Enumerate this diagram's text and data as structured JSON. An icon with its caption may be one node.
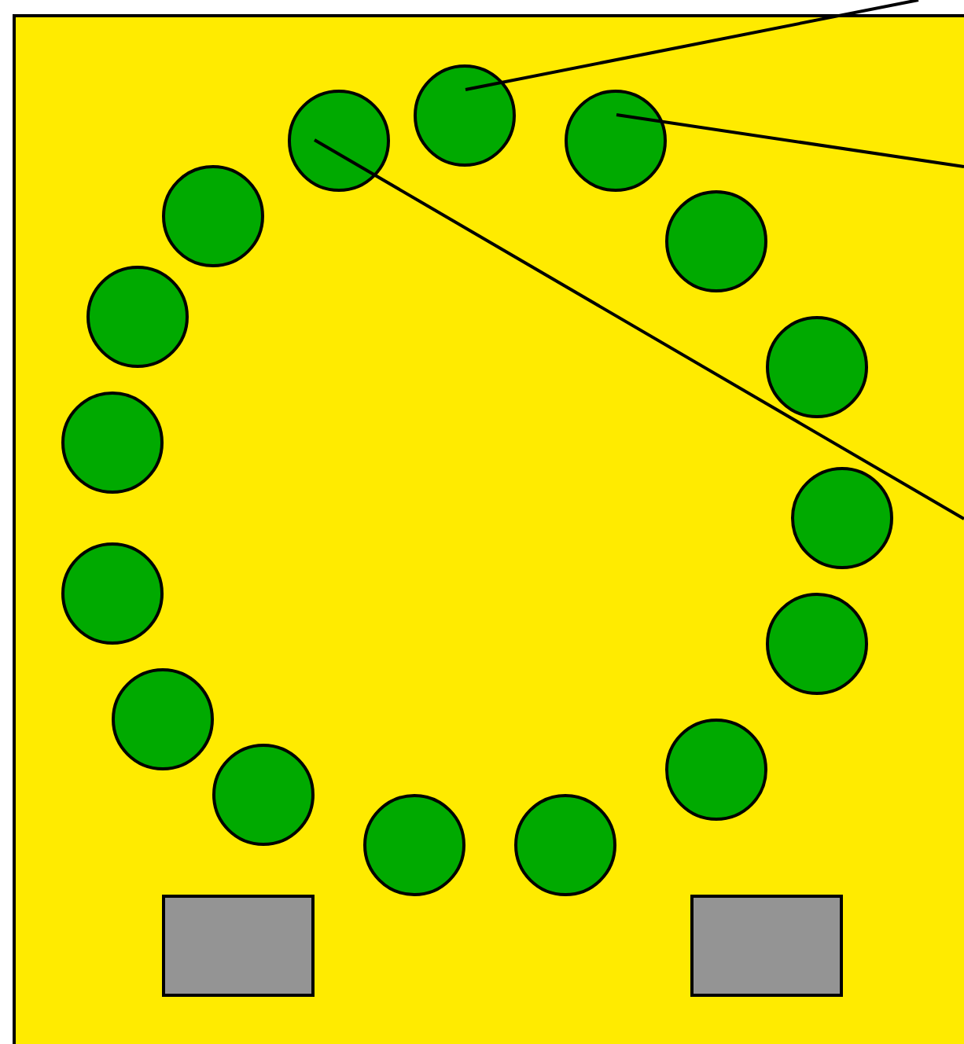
{
  "diagram": {
    "nodes": [
      {
        "text": [],
        "shape": "box"
      },
      {
        "text": [],
        "shape": "circle",
        "in": 0
      },
      {
        "text": [],
        "shape": "circle",
        "in": 0
      },
      {
        "text": [],
        "shape": "circle",
        "in": 0
      },
      {
        "text": [],
        "shape": "circle",
        "in": 0
      },
      {
        "text": [],
        "shape": "circle",
        "in": 0
      },
      {
        "text": [],
        "shape": "circle",
        "in": 0
      },
      {
        "text": [],
        "shape": "circle",
        "in": 0
      },
      {
        "text": [],
        "shape": "circle",
        "in": 0
      },
      {
        "text": [],
        "shape": "circle",
        "in": 0
      },
      {
        "text": [],
        "shape": "circle",
        "in": 0
      },
      {
        "text": [],
        "shape": "circle",
        "in": 0
      },
      {
        "text": [],
        "shape": "circle",
        "in": 0
      },
      {
        "text": [],
        "shape": "circle",
        "in": 0
      },
      {
        "text": [],
        "shape": "circle",
        "in": 0
      },
      {
        "text": [],
        "shape": "circle",
        "in": 0
      },
      {
        "text": [],
        "shape": "circle",
        "in": 0
      },
      {
        "text": [],
        "shape": "box",
        "in": 0
      },
      {
        "text": [],
        "shape": "box",
        "in": 0
      }
    ],
    "edges": [
      {
        "from": 1,
        "to": null,
        "arrow": "none"
      },
      {
        "from": 3,
        "to": null,
        "arrow": "none"
      },
      {
        "from": 2,
        "to": null,
        "arrow": "none"
      }
    ]
  }
}
